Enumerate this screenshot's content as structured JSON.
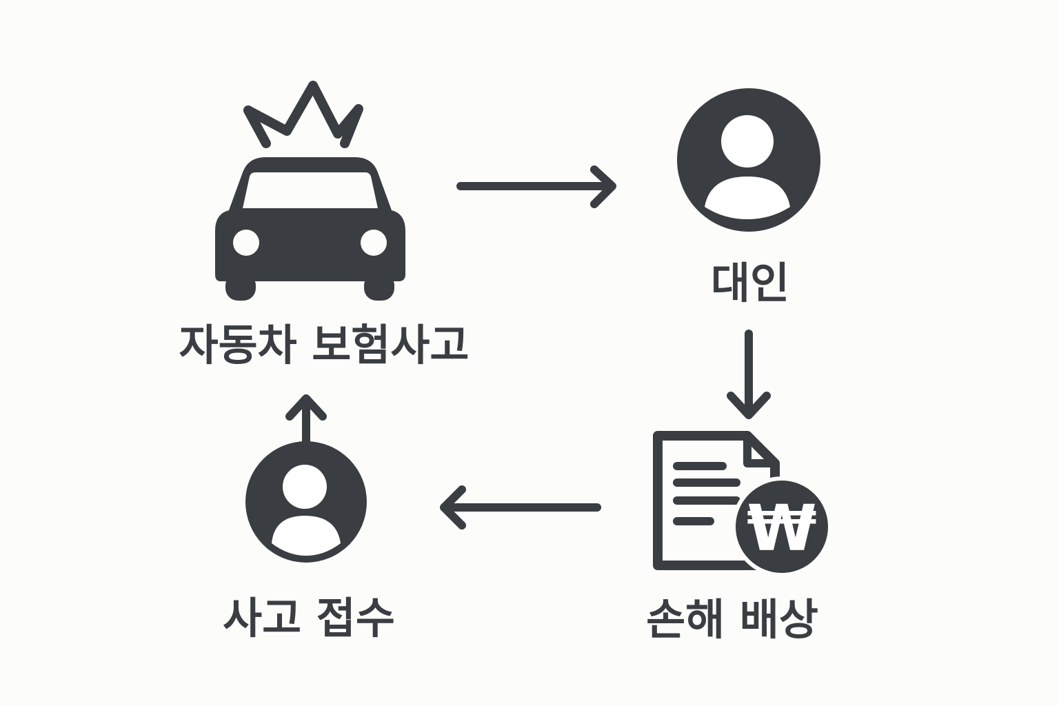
{
  "colors": {
    "background": "#fcfcfa",
    "icon": "#3a3d42",
    "icon_inner": "#ffffff"
  },
  "nodes": {
    "accident": {
      "label": "자동차 보험사고",
      "icon": "car-crash-icon"
    },
    "bodily_injury": {
      "label": "대인",
      "icon": "person-circle-icon"
    },
    "compensation": {
      "label": "손해 배상",
      "icon": "document-won-icon",
      "currency_symbol": "₩"
    },
    "claim_filing": {
      "label": "사고 접수",
      "icon": "person-circle-arrow-icon"
    }
  },
  "edges": [
    {
      "from": "accident",
      "to": "bodily_injury"
    },
    {
      "from": "bodily_injury",
      "to": "compensation"
    },
    {
      "from": "compensation",
      "to": "claim_filing"
    },
    {
      "from": "claim_filing",
      "to": "accident"
    }
  ]
}
